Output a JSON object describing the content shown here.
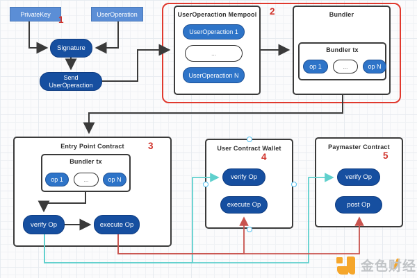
{
  "flow": {
    "step": "1",
    "private_key": "PrivateKey",
    "user_operation": "UserOperation",
    "signature": "Signature",
    "send_line1": "Send",
    "send_line2": "UserOperaction"
  },
  "mempool_group": {
    "step": "2",
    "mempool": {
      "title": "UserOperaction Mempool",
      "items": [
        "UserOperaction 1",
        "...",
        "UserOperaction N"
      ]
    },
    "bundler": {
      "title": "Bundler",
      "tx_title": "Bundler tx",
      "ops": [
        "op 1",
        "...",
        "op N"
      ]
    }
  },
  "entry_point": {
    "step": "3",
    "title": "Entry Point Contract",
    "tx_title": "Bundler tx",
    "ops": [
      "op 1",
      "...",
      "op N"
    ],
    "verify_label": "verify Op",
    "execute_label": "execute Op"
  },
  "user_wallet": {
    "step": "4",
    "title": "User Contract Wallet",
    "verify_label": "verify Op",
    "execute_label": "execute Op"
  },
  "paymaster": {
    "step": "5",
    "title": "Paymaster Contract",
    "verify_label": "verify Op",
    "post_label": "post Op"
  },
  "watermark": {
    "text": "金色财经"
  },
  "colors": {
    "accent_red": "#d0342c",
    "group_border_red": "#e0392e",
    "pill_dark": "#164fa0",
    "pill_mid": "#2e74c8",
    "rect_light": "#5b8ed6",
    "connector_cyan": "#5fd0cd",
    "connector_red": "#c9534e",
    "logo_orange": "#f5a62b"
  }
}
